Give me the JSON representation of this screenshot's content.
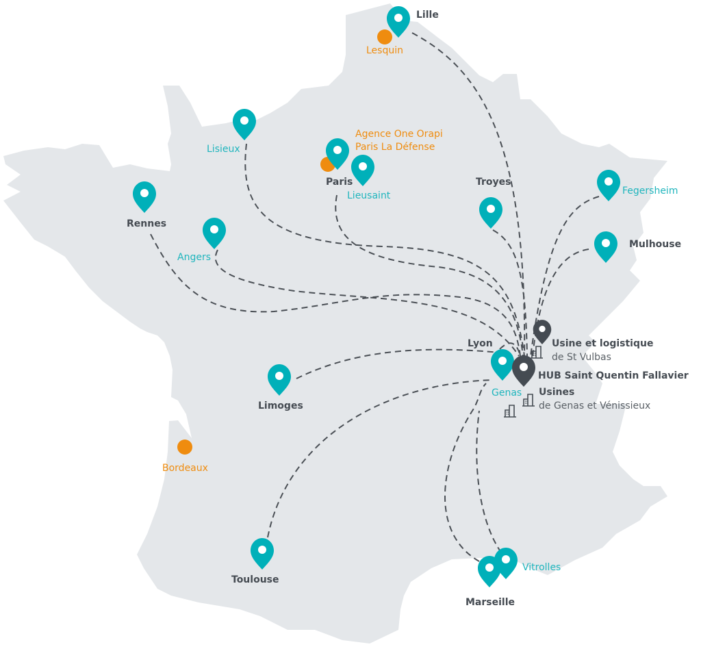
{
  "map": {
    "title": "Implantations France",
    "colors": {
      "land": "#e4e7ea",
      "route": "#4a4f55",
      "site_pin": "#00b0b9",
      "hub_pin": "#454b52",
      "agency_dot": "#ef8c0f",
      "label_dark": "#454b52",
      "label_teal": "#1fb5bd",
      "label_orange": "#ef8c0f"
    },
    "hub": {
      "name": "HUB Saint Quentin Fallavier",
      "icon": "map-pin-icon"
    },
    "logistics_site": {
      "title": "Usine et logistique",
      "subtitle": "de St Vulbas",
      "icon": "factory-icon"
    },
    "factories": {
      "title": "Usines",
      "subtitle": "de Genas et Vénissieux",
      "icon": "factory-icon"
    },
    "sites": [
      {
        "id": "lille",
        "name": "Lille",
        "style": "bold"
      },
      {
        "id": "lisieux",
        "name": "Lisieux",
        "style": "teal"
      },
      {
        "id": "paris",
        "name": "Paris",
        "style": "bold"
      },
      {
        "id": "lieusaint",
        "name": "Lieusaint",
        "style": "teal"
      },
      {
        "id": "troyes",
        "name": "Troyes",
        "style": "bold"
      },
      {
        "id": "fegersheim",
        "name": "Fegersheim",
        "style": "teal"
      },
      {
        "id": "mulhouse",
        "name": "Mulhouse",
        "style": "bold"
      },
      {
        "id": "rennes",
        "name": "Rennes",
        "style": "bold"
      },
      {
        "id": "angers",
        "name": "Angers",
        "style": "teal"
      },
      {
        "id": "lyon",
        "name": "Lyon",
        "style": "bold"
      },
      {
        "id": "genas",
        "name": "Genas",
        "style": "teal"
      },
      {
        "id": "limoges",
        "name": "Limoges",
        "style": "bold"
      },
      {
        "id": "toulouse",
        "name": "Toulouse",
        "style": "bold"
      },
      {
        "id": "marseille",
        "name": "Marseille",
        "style": "bold"
      },
      {
        "id": "vitrolles",
        "name": "Vitrolles",
        "style": "teal"
      }
    ],
    "agencies": [
      {
        "id": "lesquin",
        "name": "Lesquin"
      },
      {
        "id": "bordeaux",
        "name": "Bordeaux"
      },
      {
        "id": "defense",
        "name_line1": "Agence One Orapi",
        "name_line2": "Paris La Défense"
      }
    ]
  }
}
